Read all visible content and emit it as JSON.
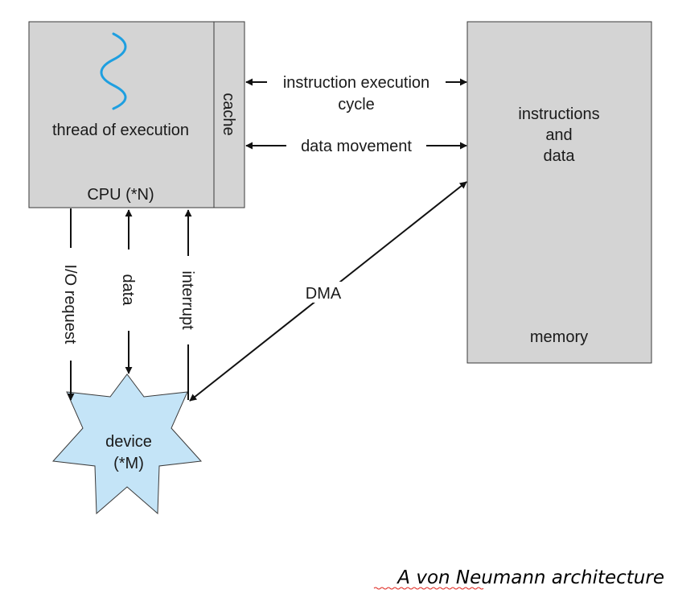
{
  "cpu": {
    "thread_label": "thread of execution",
    "cpu_label": "CPU (*N)",
    "cache_label": "cache"
  },
  "memory": {
    "contents_line1": "instructions",
    "contents_line2": "and",
    "contents_line3": "data",
    "label": "memory"
  },
  "connections": {
    "instruction_cycle_line1": "instruction execution",
    "instruction_cycle_line2": "cycle",
    "data_movement": "data movement",
    "io_request": "I/O request",
    "data": "data",
    "interrupt": "interrupt",
    "dma": "DMA"
  },
  "device": {
    "line1": "device",
    "line2": "(*M)"
  },
  "caption": {
    "text": "A von Neumann architecture",
    "underlined_words": "von Neumann"
  },
  "colors": {
    "box_fill": "#d4d4d4",
    "device_fill": "#c4e4f7",
    "wave": "#1e9fe0",
    "spellcheck_underline": "#e0261e"
  }
}
